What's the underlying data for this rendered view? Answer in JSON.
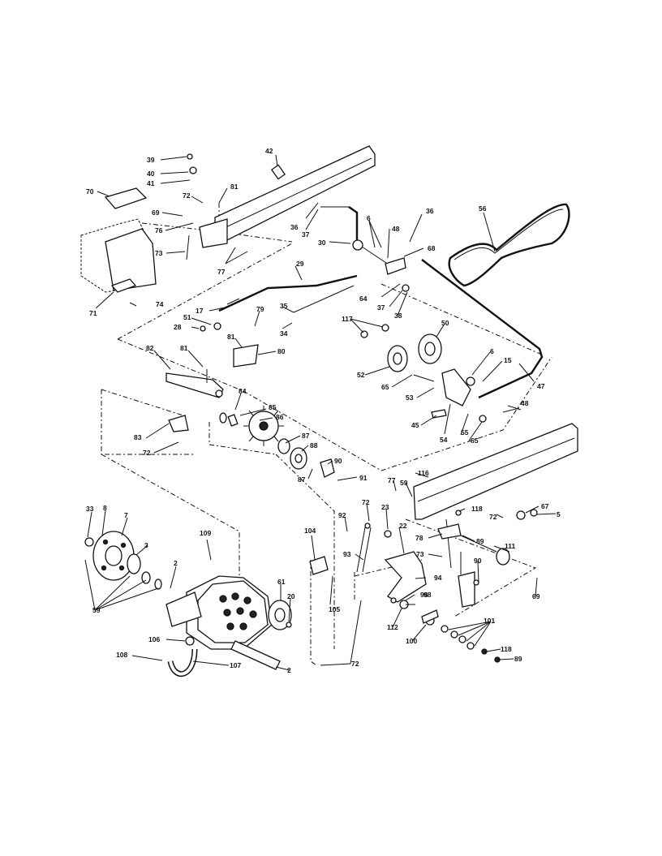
{
  "diagram": {
    "callouts": [
      {
        "id": "c39",
        "text": "39"
      },
      {
        "id": "c40",
        "text": "40"
      },
      {
        "id": "c41",
        "text": "41"
      },
      {
        "id": "c42",
        "text": "42"
      },
      {
        "id": "c70",
        "text": "70"
      },
      {
        "id": "c72a",
        "text": "72"
      },
      {
        "id": "c81a",
        "text": "81"
      },
      {
        "id": "c69a",
        "text": "69"
      },
      {
        "id": "c76",
        "text": "76"
      },
      {
        "id": "c73a",
        "text": "73"
      },
      {
        "id": "c77a",
        "text": "77"
      },
      {
        "id": "c71",
        "text": "71"
      },
      {
        "id": "c74",
        "text": "74"
      },
      {
        "id": "c36a",
        "text": "36"
      },
      {
        "id": "c37a",
        "text": "37"
      },
      {
        "id": "c30",
        "text": "30"
      },
      {
        "id": "c6a",
        "text": "6"
      },
      {
        "id": "c48a",
        "text": "48"
      },
      {
        "id": "c36b",
        "text": "36"
      },
      {
        "id": "c68",
        "text": "68"
      },
      {
        "id": "c56",
        "text": "56"
      },
      {
        "id": "c29",
        "text": "29"
      },
      {
        "id": "c64",
        "text": "64"
      },
      {
        "id": "c37b",
        "text": "37"
      },
      {
        "id": "c38",
        "text": "38"
      },
      {
        "id": "c17",
        "text": "17"
      },
      {
        "id": "c35",
        "text": "35"
      },
      {
        "id": "c34",
        "text": "34"
      },
      {
        "id": "c51",
        "text": "51"
      },
      {
        "id": "c28",
        "text": "28"
      },
      {
        "id": "c79",
        "text": "79"
      },
      {
        "id": "c117a",
        "text": "117"
      },
      {
        "id": "c50",
        "text": "50"
      },
      {
        "id": "c81b",
        "text": "81"
      },
      {
        "id": "c80",
        "text": "80"
      },
      {
        "id": "c82",
        "text": "82"
      },
      {
        "id": "c81c",
        "text": "81"
      },
      {
        "id": "c52",
        "text": "52"
      },
      {
        "id": "c6b",
        "text": "6"
      },
      {
        "id": "c15",
        "text": "15"
      },
      {
        "id": "c47",
        "text": "47"
      },
      {
        "id": "c65a",
        "text": "65"
      },
      {
        "id": "c53",
        "text": "53"
      },
      {
        "id": "c84",
        "text": "84"
      },
      {
        "id": "c85",
        "text": "85"
      },
      {
        "id": "c48b",
        "text": "48"
      },
      {
        "id": "c83",
        "text": "83"
      },
      {
        "id": "c86",
        "text": "86"
      },
      {
        "id": "c45",
        "text": "45"
      },
      {
        "id": "c54",
        "text": "54"
      },
      {
        "id": "c55",
        "text": "55"
      },
      {
        "id": "c65b",
        "text": "65"
      },
      {
        "id": "c72b",
        "text": "72"
      },
      {
        "id": "c87a",
        "text": "87"
      },
      {
        "id": "c88",
        "text": "88"
      },
      {
        "id": "c87b",
        "text": "87"
      },
      {
        "id": "c90a",
        "text": "90"
      },
      {
        "id": "c91",
        "text": "91"
      },
      {
        "id": "c116",
        "text": "116"
      },
      {
        "id": "c77b",
        "text": "77"
      },
      {
        "id": "c59",
        "text": "59"
      },
      {
        "id": "c33",
        "text": "33"
      },
      {
        "id": "c8",
        "text": "8"
      },
      {
        "id": "c7",
        "text": "7"
      },
      {
        "id": "c92",
        "text": "92"
      },
      {
        "id": "c72c",
        "text": "72"
      },
      {
        "id": "c23",
        "text": "23"
      },
      {
        "id": "c118a",
        "text": "118"
      },
      {
        "id": "c72d",
        "text": "72"
      },
      {
        "id": "c67",
        "text": "67"
      },
      {
        "id": "c5",
        "text": "5"
      },
      {
        "id": "c109",
        "text": "109"
      },
      {
        "id": "c104",
        "text": "104"
      },
      {
        "id": "c22",
        "text": "22"
      },
      {
        "id": "c78",
        "text": "78"
      },
      {
        "id": "c89a",
        "text": "89"
      },
      {
        "id": "c3",
        "text": "3"
      },
      {
        "id": "c93",
        "text": "93"
      },
      {
        "id": "c73b",
        "text": "73"
      },
      {
        "id": "c111",
        "text": "111"
      },
      {
        "id": "c2a",
        "text": "2"
      },
      {
        "id": "c98",
        "text": "98"
      },
      {
        "id": "c90b",
        "text": "90"
      },
      {
        "id": "c94",
        "text": "94"
      },
      {
        "id": "c61",
        "text": "61"
      },
      {
        "id": "c20",
        "text": "20"
      },
      {
        "id": "c105",
        "text": "105"
      },
      {
        "id": "c96",
        "text": "96"
      },
      {
        "id": "c69b",
        "text": "69"
      },
      {
        "id": "c59b",
        "text": "59"
      },
      {
        "id": "c112",
        "text": "112"
      },
      {
        "id": "c101",
        "text": "101"
      },
      {
        "id": "c106",
        "text": "106"
      },
      {
        "id": "c100",
        "text": "100"
      },
      {
        "id": "c118b",
        "text": "118"
      },
      {
        "id": "c108",
        "text": "108"
      },
      {
        "id": "c107",
        "text": "107"
      },
      {
        "id": "c2b",
        "text": "2"
      },
      {
        "id": "c72e",
        "text": "72"
      },
      {
        "id": "c89b",
        "text": "89"
      }
    ]
  }
}
